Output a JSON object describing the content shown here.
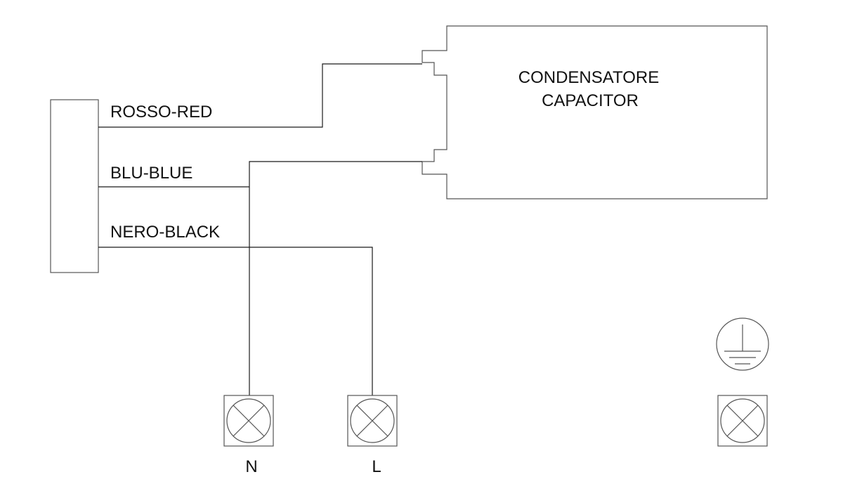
{
  "diagram": {
    "capacitor": {
      "line1": "CONDENSATORE",
      "line2": "CAPACITOR"
    },
    "wires": {
      "red": "ROSSO-RED",
      "blue": "BLU-BLUE",
      "black": "NERO-BLACK"
    },
    "terminals": {
      "neutral": "N",
      "live": "L"
    },
    "colors": {
      "line": "#1a1a1a",
      "outline": "#555555",
      "background": "#ffffff"
    },
    "icons": [
      "terminal-cross-icon",
      "ground-symbol-icon"
    ]
  }
}
